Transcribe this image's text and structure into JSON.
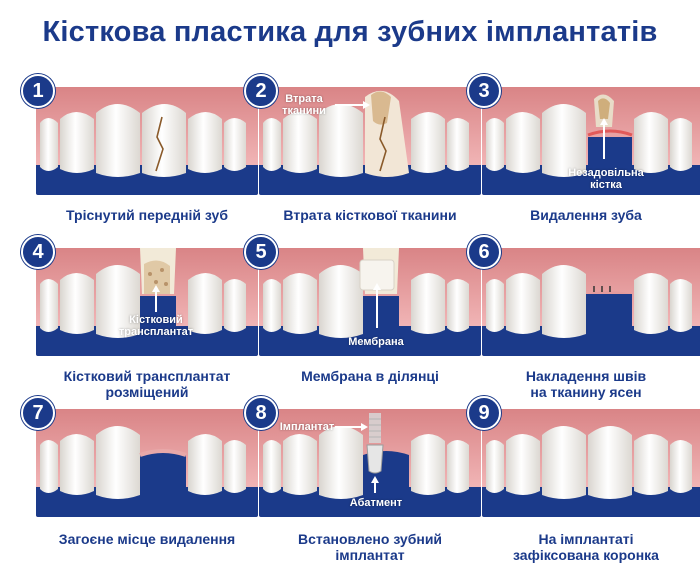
{
  "title": "Кісткова пластика для зубних імплантатів",
  "steps": [
    {
      "number": "1",
      "caption_lines": [
        "Тріснутий передній зуб"
      ]
    },
    {
      "number": "2",
      "caption_lines": [
        "Втрата кісткової тканини"
      ],
      "annotation_lines": [
        "Втрата",
        "тканини"
      ]
    },
    {
      "number": "3",
      "caption_lines": [
        "Видалення зуба"
      ],
      "annotation_lines": [
        "Незадовільна",
        "кістка"
      ]
    },
    {
      "number": "4",
      "caption_lines": [
        "Кістковий трансплантат",
        "розміщений"
      ],
      "annotation_lines": [
        "Кістковий",
        "трансплантат"
      ]
    },
    {
      "number": "5",
      "caption_lines": [
        "Мембрана в ділянці"
      ],
      "annotation_lines": [
        "Мембрана"
      ]
    },
    {
      "number": "6",
      "caption_lines": [
        "Накладення швів",
        "на тканину ясен"
      ]
    },
    {
      "number": "7",
      "caption_lines": [
        "Загоєне місце видалення"
      ]
    },
    {
      "number": "8",
      "caption_lines": [
        "Встановлено зубний",
        "імплантат"
      ],
      "annotation_lines": [
        "Імплантат",
        "Абатмент"
      ]
    },
    {
      "number": "9",
      "caption_lines": [
        "На імплантаті",
        "зафіксована коронка"
      ]
    }
  ],
  "colors": {
    "brand": "#1b3a8a",
    "gum": "#e9a2a4",
    "tooth": "#f4f2ee",
    "dark_blue": "#1b3a8a"
  }
}
